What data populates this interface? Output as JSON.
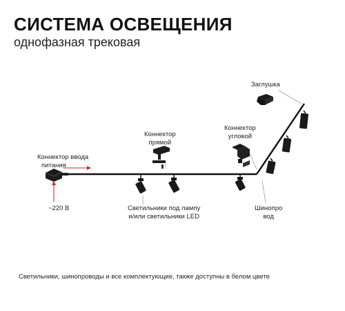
{
  "header": {
    "title": "СИСТЕМА ОСВЕЩЕНИЯ",
    "subtitle": "однофазная трековая"
  },
  "labels": {
    "power_connector_line1": "Коннектор ввода",
    "power_connector_line2": "питания",
    "voltage": "~220 В",
    "straight_connector_line1": "Коннектор",
    "straight_connector_line2": "прямой",
    "corner_connector_line1": "Коннектор",
    "corner_connector_line2": "угловой",
    "end_cap": "Заглушка",
    "luminaires_line1": "Светильники под лампу",
    "luminaires_line2": "и/или светильники LED",
    "busbar_line1": "Шинопро",
    "busbar_line2": "вод"
  },
  "footnote": "Светильники, шинопроводы и все комплектующие, также доступны в белом цвете",
  "colors": {
    "track": "#111111",
    "power_arrow": "#d9262c",
    "leader_line": "#9a9a9a"
  }
}
